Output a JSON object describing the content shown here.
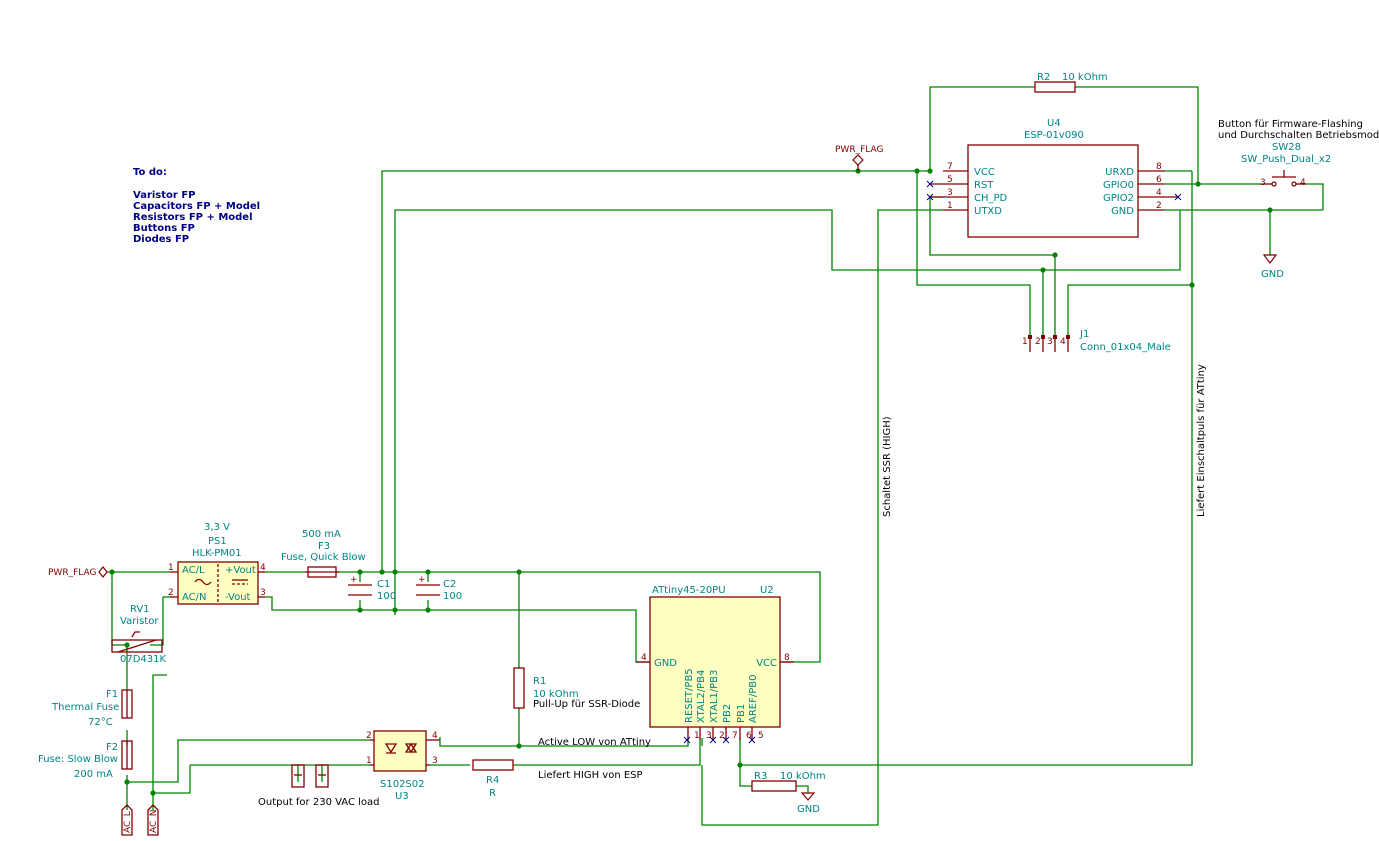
{
  "notes": {
    "title": "To do:",
    "items": [
      "Varistor FP",
      "Capacitors FP + Model",
      "Resistors FP + Model",
      "Buttons FP",
      "Diodes FP"
    ]
  },
  "flags": {
    "pwr_flag_top": "PWR_FLAG",
    "pwr_flag_left": "PWR_FLAG",
    "gnd_right": "GND",
    "gnd_r3": "GND"
  },
  "u4": {
    "ref": "U4",
    "value": "ESP-01v090",
    "pins_left": [
      {
        "num": "7",
        "name": "VCC"
      },
      {
        "num": "5",
        "name": "RST"
      },
      {
        "num": "3",
        "name": "CH_PD"
      },
      {
        "num": "1",
        "name": "UTXD"
      }
    ],
    "pins_right": [
      {
        "num": "8",
        "name": "URXD"
      },
      {
        "num": "6",
        "name": "GPIO0"
      },
      {
        "num": "4",
        "name": "GPIO2"
      },
      {
        "num": "2",
        "name": "GND"
      }
    ]
  },
  "r2": {
    "ref": "R2",
    "value": "10 kOhm"
  },
  "sw28": {
    "desc1": "Button für Firmware-Flashing",
    "desc2": "und Durchschalten Betriebsmodi",
    "ref": "SW28",
    "value": "SW_Push_Dual_x2",
    "pin_a": "3",
    "pin_b": "4"
  },
  "j1": {
    "ref": "J1",
    "value": "Conn_01x04_Male",
    "pins": [
      "1",
      "2",
      "3",
      "4"
    ]
  },
  "ps1": {
    "note": "3,3 V",
    "ref": "PS1",
    "value": "HLK-PM01",
    "pins": {
      "acl_num": "1",
      "acl": "AC/L",
      "acn_num": "2",
      "acn": "AC/N",
      "vp_num": "4",
      "vp": "+Vout",
      "vm_num": "3",
      "vm": "-Vout"
    }
  },
  "f3": {
    "note": "500 mA",
    "ref": "F3",
    "value": "Fuse, Quick Blow"
  },
  "c1": {
    "ref": "C1",
    "value": "100"
  },
  "c2": {
    "ref": "C2",
    "value": "100"
  },
  "rv1": {
    "ref": "RV1",
    "value": "Varistor",
    "part": "07D431K"
  },
  "f1": {
    "ref": "F1",
    "value": "Thermal Fuse",
    "note": "72°C"
  },
  "f2": {
    "ref": "F2",
    "value": "Fuse: Slow Blow",
    "note": "200 mA"
  },
  "u2": {
    "value": "ATtiny45-20PU",
    "ref": "U2",
    "gnd_num": "4",
    "gnd": "GND",
    "vcc_num": "8",
    "vcc": "VCC",
    "bottom_pins": [
      {
        "num": "1",
        "name": "RESET/PB5"
      },
      {
        "num": "3",
        "name": "XTAL2/PB4"
      },
      {
        "num": "2",
        "name": "XTAL1/PB3"
      },
      {
        "num": "7",
        "name": "PB2"
      },
      {
        "num": "6",
        "name": "PB1"
      },
      {
        "num": "5",
        "name": "AREF/PB0"
      }
    ]
  },
  "r1": {
    "ref": "R1",
    "value": "10 kOhm",
    "desc": "Pull-Up für SSR-Diode"
  },
  "u3": {
    "ref": "U3",
    "value": "S102S02",
    "pins": [
      "2",
      "4",
      "1",
      "3"
    ]
  },
  "r4": {
    "ref": "R4",
    "value": "R"
  },
  "r3": {
    "ref": "R3",
    "value": "10 kOhm"
  },
  "labels": {
    "active_low": "Active LOW von ATtiny",
    "liefert_high": "Liefert HIGH von ESP",
    "output_load": "Output for 230 VAC load",
    "schaltet_ssr": "Schaltet SSR (HIGH)",
    "liefert_einschalt": "Liefert Einschaltpuls für ATtiny",
    "ac_l": "AC_L",
    "ac_n": "AC_N"
  }
}
